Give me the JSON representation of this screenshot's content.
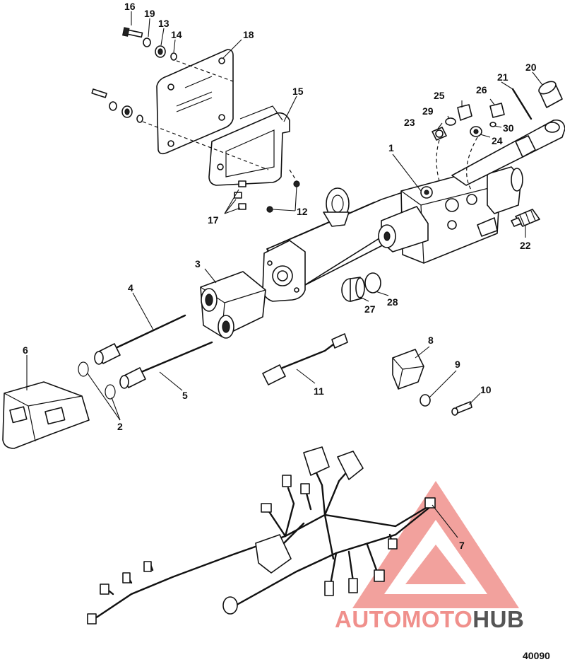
{
  "callouts": [
    {
      "label": "1"
    },
    {
      "label": "2"
    },
    {
      "label": "3"
    },
    {
      "label": "4"
    },
    {
      "label": "5"
    },
    {
      "label": "6"
    },
    {
      "label": "7"
    },
    {
      "label": "8"
    },
    {
      "label": "9"
    },
    {
      "label": "10"
    },
    {
      "label": "11"
    },
    {
      "label": "12"
    },
    {
      "label": "13"
    },
    {
      "label": "14"
    },
    {
      "label": "15"
    },
    {
      "label": "16"
    },
    {
      "label": "17"
    },
    {
      "label": "18"
    },
    {
      "label": "19"
    },
    {
      "label": "20"
    },
    {
      "label": "21"
    },
    {
      "label": "22"
    },
    {
      "label": "23"
    },
    {
      "label": "24"
    },
    {
      "label": "25"
    },
    {
      "label": "26"
    },
    {
      "label": "27"
    },
    {
      "label": "28"
    },
    {
      "label": "29"
    },
    {
      "label": "30"
    }
  ],
  "drawing_number": "40090",
  "watermark": {
    "brand_part1": "AUTOMOTO",
    "brand_part2": "HUB",
    "accent_color": "#f0908c",
    "dark_color": "#555555"
  }
}
